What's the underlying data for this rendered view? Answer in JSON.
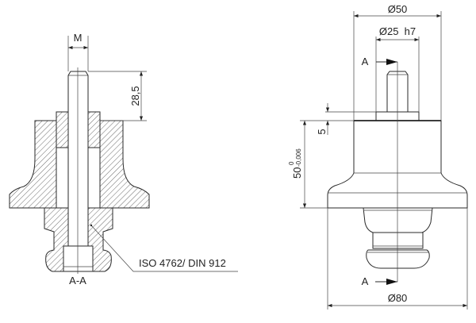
{
  "section_view": {
    "thread_label": "M",
    "height_dim": "28,5",
    "screw_callout": "ISO 4762/ DIN 912",
    "section_label": "A-A"
  },
  "side_view": {
    "outer_diameter_top": "Ø50",
    "pin_diameter": "Ø25  h7",
    "section_marker_top": "A",
    "section_marker_bottom": "A",
    "shoulder_dim": "5",
    "height_dim": "50",
    "height_tol_upper": "0",
    "height_tol_lower": "-0,006",
    "flange_diameter": "Ø80"
  }
}
